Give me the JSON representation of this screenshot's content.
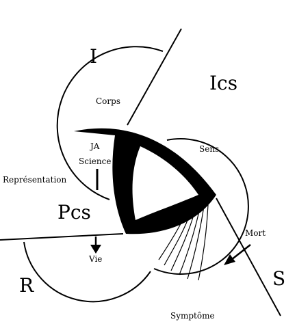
{
  "labels": {
    "I": "I",
    "Ics": "Ics",
    "Pcs": "Pcs",
    "R": "R",
    "S": "S",
    "corps": "Corps",
    "sens": "Sens",
    "ja": "JA",
    "science": "Science",
    "representation": "Représentation",
    "mort": "Mort",
    "vie": "Vie",
    "symptome": "Symptôme"
  },
  "colors": {
    "ink": "#000000",
    "background": "#ffffff"
  }
}
